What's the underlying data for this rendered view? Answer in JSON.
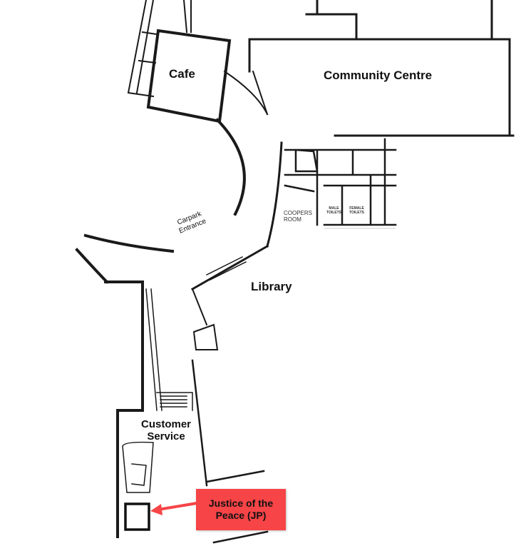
{
  "rooms": {
    "cafe": "Cafe",
    "community_centre": "Community Centre",
    "carpark_entrance_line1": "Carpark",
    "carpark_entrance_line2": "Entrance",
    "coopers_room_line1": "COOPERS",
    "coopers_room_line2": "ROOM",
    "male_toilets_line1": "MALE",
    "male_toilets_line2": "TOILETS",
    "female_toilets_line1": "FEMALE",
    "female_toilets_line2": "TOILETS",
    "library": "Library",
    "customer_service_line1": "Customer",
    "customer_service_line2": "Service"
  },
  "callout": {
    "line1": "Justice of the",
    "line2": "Peace (JP)",
    "color": "#f64447"
  },
  "colors": {
    "walls": "#1a1a1a",
    "highlight": "#f64447"
  }
}
